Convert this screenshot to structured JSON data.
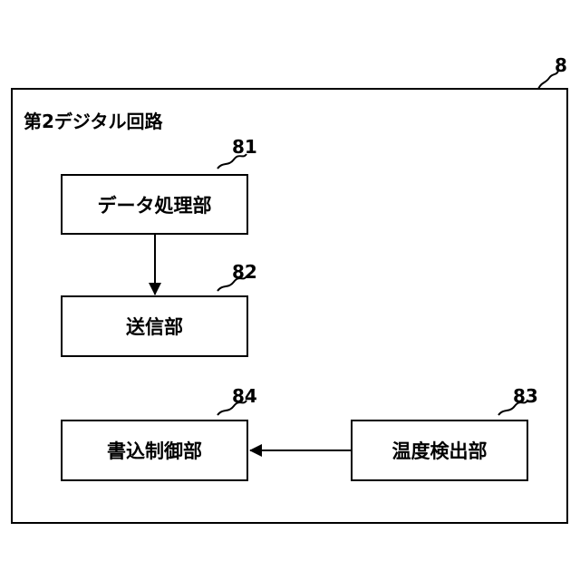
{
  "diagram": {
    "circuit": {
      "ref": "8",
      "title": "第2デジタル回路"
    },
    "blocks": [
      {
        "id": "data-processing",
        "ref": "81",
        "label": "データ処理部"
      },
      {
        "id": "transmitter",
        "ref": "82",
        "label": "送信部"
      },
      {
        "id": "temperature-detector",
        "ref": "83",
        "label": "温度検出部"
      },
      {
        "id": "write-controller",
        "ref": "84",
        "label": "書込制御部"
      }
    ],
    "connections": [
      {
        "from": "data-processing",
        "to": "transmitter"
      },
      {
        "from": "temperature-detector",
        "to": "write-controller"
      }
    ]
  }
}
